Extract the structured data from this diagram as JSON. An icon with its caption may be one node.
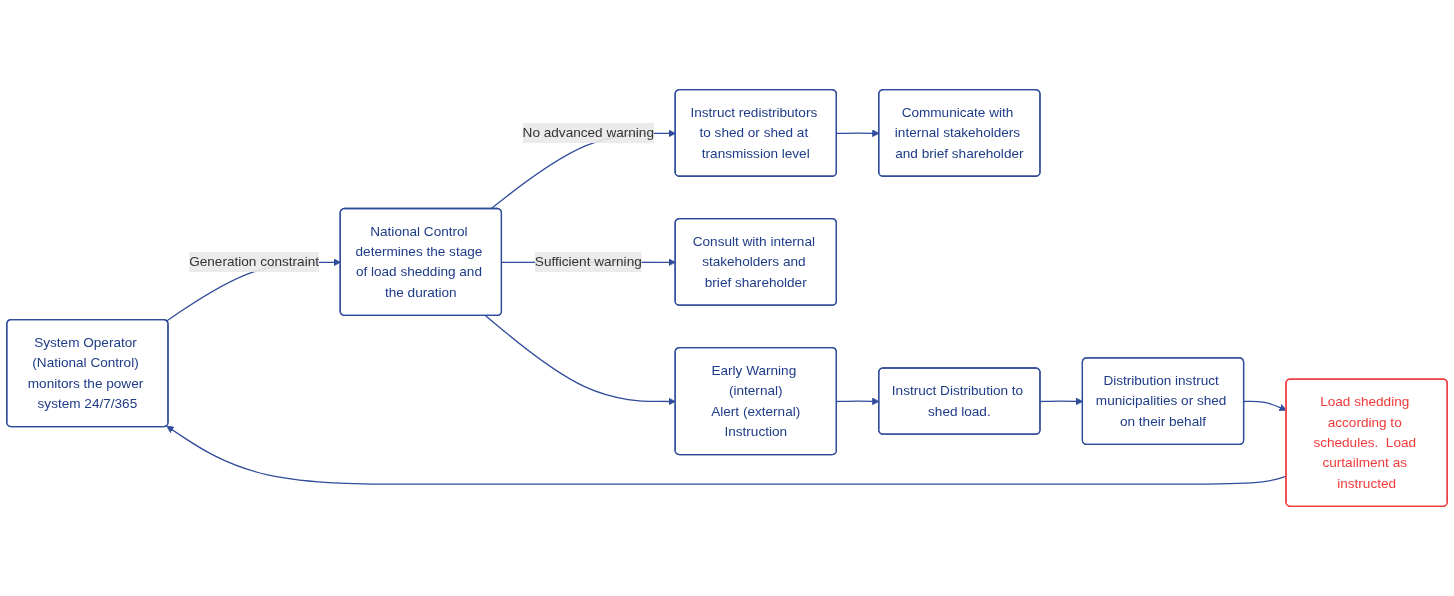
{
  "diagram": {
    "nodes": [
      {
        "text": [
          "System Operator (National Control) monitors the power system 24/7/365"
        ]
      },
      {
        "text": [
          "National Control determines the stage of load shedding and the duration"
        ]
      },
      {
        "text": [
          "Instruct redistributors to shed or shed at transmission level"
        ]
      },
      {
        "text": [
          "Communicate with internal stakeholders and brief shareholder"
        ]
      },
      {
        "text": [
          "Consult with internal stakeholders and brief shareholder"
        ]
      },
      {
        "text": [
          "Early Warning (internal)",
          "Alert (external)",
          "Instruction"
        ]
      },
      {
        "text": [
          "Instruct Distribution to shed load."
        ]
      },
      {
        "text": [
          "Distribution instruct municipalities or shed on their behalf"
        ]
      },
      {
        "text": [
          "Load shedding according to schedules.  Load curtailment as instructed"
        ]
      }
    ],
    "edges": [
      {
        "from": 0,
        "to": 1,
        "arrow": "to",
        "label": "Generation constraint"
      },
      {
        "from": 1,
        "to": 2,
        "arrow": "to",
        "label": "No advanced warning"
      },
      {
        "from": 2,
        "to": 3,
        "arrow": "to"
      },
      {
        "from": 1,
        "to": 4,
        "arrow": "to",
        "label": "Sufficient warning"
      },
      {
        "from": 1,
        "to": 5,
        "arrow": "to"
      },
      {
        "from": 5,
        "to": 6,
        "arrow": "to"
      },
      {
        "from": 6,
        "to": 7,
        "arrow": "to"
      },
      {
        "from": 7,
        "to": 8,
        "arrow": "to"
      },
      {
        "from": 8,
        "to": 0,
        "arrow": "to"
      }
    ]
  }
}
